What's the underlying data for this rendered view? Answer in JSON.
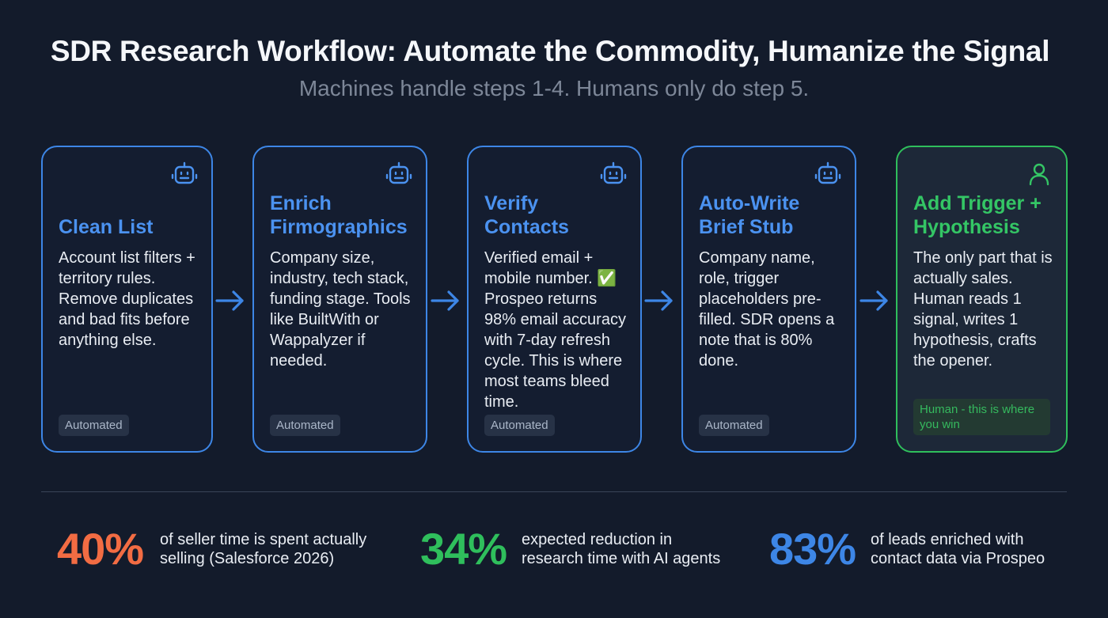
{
  "header": {
    "title": "SDR Research Workflow: Automate the Commodity, Humanize the Signal",
    "subtitle": "Machines handle steps 1-4. Humans only do step 5."
  },
  "steps": [
    {
      "icon": "robot-icon",
      "heading_line1": "",
      "heading_line2": "Clean List",
      "body": "Account list filters + territory rules. Remove duplicates and bad fits before anything else.",
      "badge": "Automated"
    },
    {
      "icon": "robot-icon",
      "heading_line1": "Enrich",
      "heading_line2": "Firmographics",
      "body": "Company size, industry, tech stack, funding stage. Tools like BuiltWith or Wappalyzer if needed.",
      "badge": "Automated"
    },
    {
      "icon": "robot-icon",
      "heading_line1": "Verify",
      "heading_line2": "Contacts",
      "body": "Verified email + mobile number. ✅ Prospeo returns 98% email accuracy with 7-day refresh cycle. This is where most teams bleed time.",
      "badge": "Automated"
    },
    {
      "icon": "robot-icon",
      "heading_line1": "Auto-Write",
      "heading_line2": "Brief Stub",
      "body": "Company name, role, trigger placeholders pre-filled. SDR opens a note that is 80% done.",
      "badge": "Automated"
    },
    {
      "icon": "person-icon",
      "heading_line1": "Add Trigger +",
      "heading_line2": "Hypothesis",
      "body": "The only part that is actually sales. Human reads 1 signal, writes 1 hypothesis, crafts the opener.",
      "badge": "Human - this is where you win"
    }
  ],
  "stats": [
    {
      "value": "40%",
      "text": "of seller time is spent actually selling (Salesforce 2026)",
      "color": "#f26c43"
    },
    {
      "value": "34%",
      "text": "expected reduction in research time with AI agents",
      "color": "#2fbf5c"
    },
    {
      "value": "83%",
      "text": "of leads enriched with contact data via Prospeo",
      "color": "#3d86e6"
    }
  ],
  "colors": {
    "automated_accent": "#3d86e6",
    "human_accent": "#2fbf5c",
    "background": "#131b2b"
  }
}
